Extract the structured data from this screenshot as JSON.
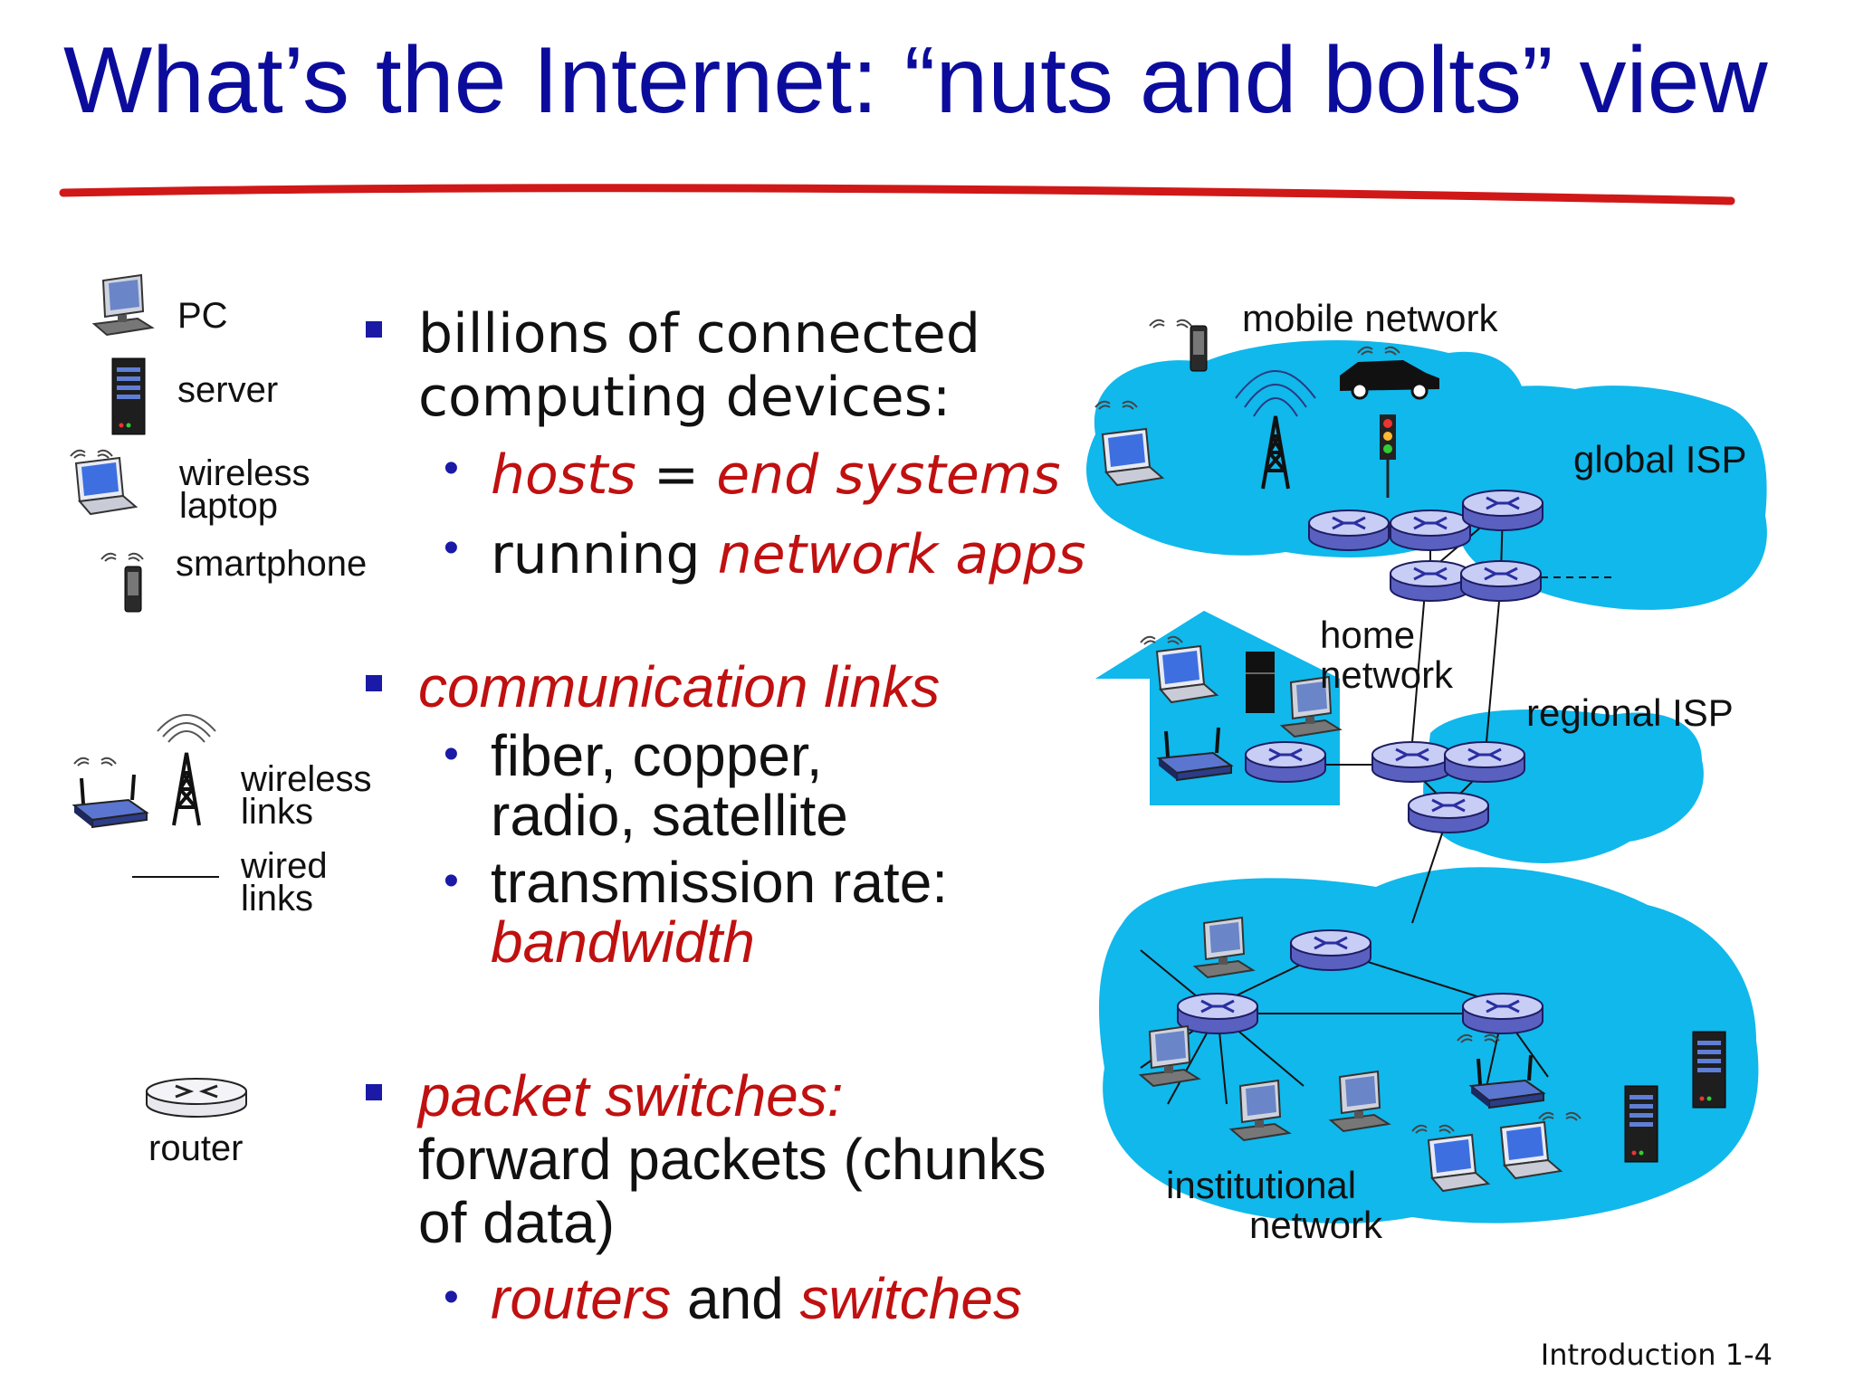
{
  "title": "What’s the Internet: “nuts and bolts” view",
  "legend": {
    "pc": "PC",
    "server": "server",
    "wireless_laptop_1": "wireless",
    "wireless_laptop_2": "laptop",
    "smartphone": "smartphone",
    "wireless_links_1": "wireless",
    "wireless_links_2": "links",
    "wired_links_1": "wired",
    "wired_links_2": "links",
    "router": "router"
  },
  "bullets": {
    "b1_line1": "billions of connected",
    "b1_line2": "computing devices:",
    "b1_sub1_a": "hosts",
    "b1_sub1_b": " = ",
    "b1_sub1_c": "end systems",
    "b1_sub2_a": "running ",
    "b1_sub2_b": "network apps",
    "b2_line1": "communication links",
    "b2_sub1_line1": "fiber, copper,",
    "b2_sub1_line2": "radio, satellite",
    "b2_sub2_line1": "transmission rate:",
    "b2_sub2_line2": "bandwidth",
    "b3_line1": "packet switches:",
    "b3_line2": "forward packets (chunks",
    "b3_line3": "of data)",
    "b3_sub1_a": "routers",
    "b3_sub1_b": " and ",
    "b3_sub1_c": "switches"
  },
  "diagram": {
    "mobile_network": "mobile network",
    "global_isp": "global ISP",
    "home_network_1": "home",
    "home_network_2": "network",
    "regional_isp": "regional ISP",
    "institutional_1": "institutional",
    "institutional_2": "network"
  },
  "footer": "Introduction 1-4",
  "colors": {
    "title": "#0c0c9c",
    "emphasis": "#c01010",
    "cloud": "#10b8ec",
    "strike": "#d01818"
  }
}
